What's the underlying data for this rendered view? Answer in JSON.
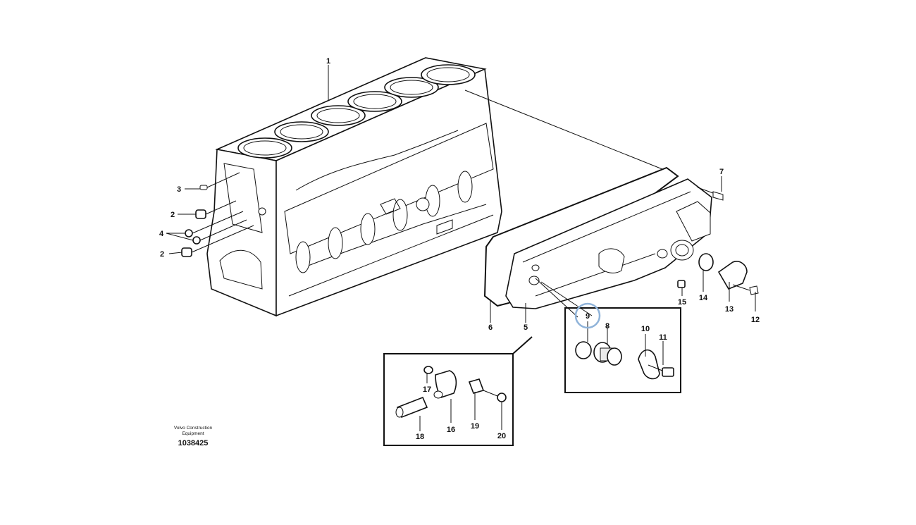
{
  "diagram": {
    "caption": {
      "brand": "Volvo Construction",
      "brand2": "Equipment",
      "code": "1038425"
    },
    "highlight_color": "#8fb3d9",
    "callouts": {
      "c1": "1",
      "c2a": "2",
      "c2b": "2",
      "c3": "3",
      "c4": "4",
      "c5": "5",
      "c6": "6",
      "c7": "7",
      "c8": "8",
      "c9": "9",
      "c10": "10",
      "c11": "11",
      "c12": "12",
      "c13": "13",
      "c14": "14",
      "c15": "15",
      "c16": "16",
      "c17": "17",
      "c18": "18",
      "c19": "19",
      "c20": "20"
    }
  }
}
